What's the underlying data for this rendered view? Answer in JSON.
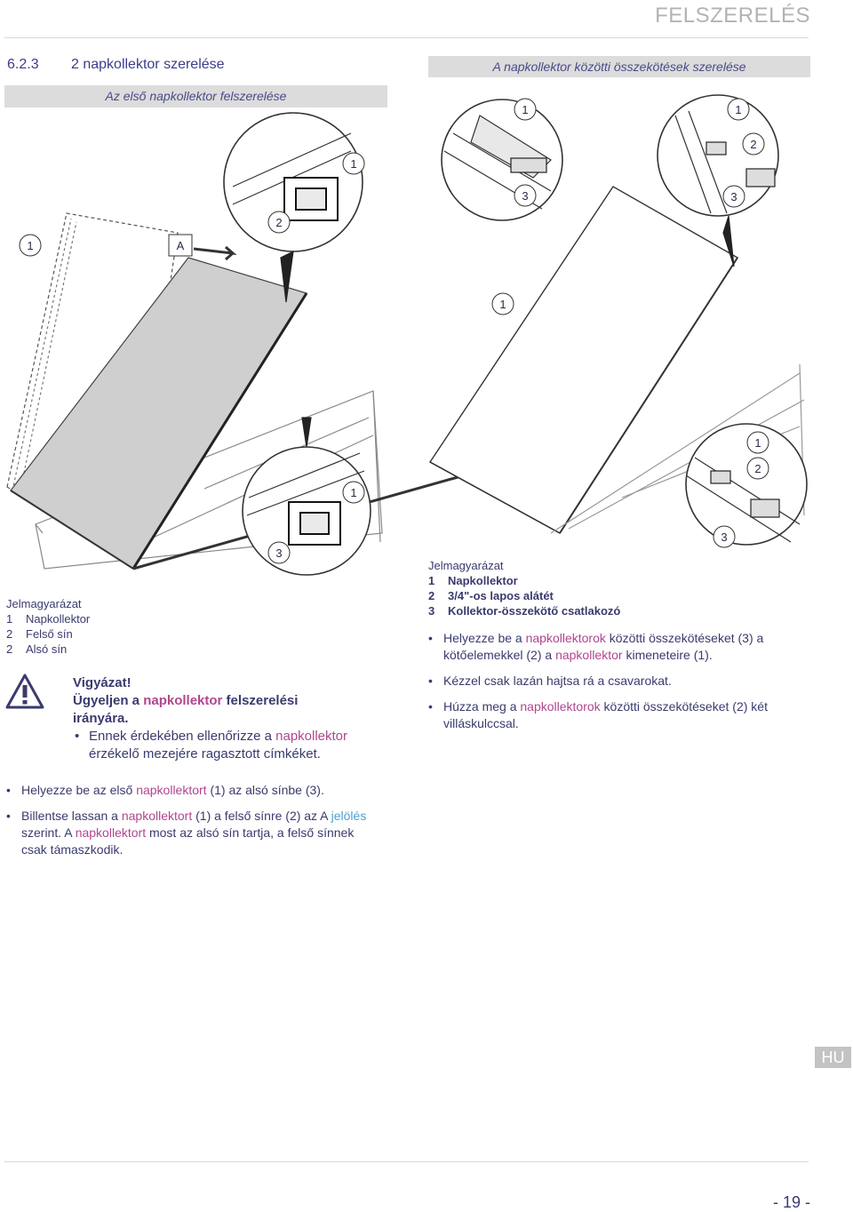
{
  "header": {
    "section_title": "FELSZERELÉS"
  },
  "section": {
    "number": "6.2.3",
    "title": "2 napkollektor szerelése"
  },
  "bars": {
    "left": "Az első napkollektor felszerelése",
    "right": "A napkollektor közötti összekötések szerelése"
  },
  "figure_left_callouts": {
    "c1a": "1",
    "c2": "2",
    "c1b": "1",
    "cA": "A",
    "c1c": "1",
    "c3": "3"
  },
  "figure_right_callouts": {
    "c1a": "1",
    "c3a": "3",
    "c1b": "1",
    "c2a": "2",
    "c3b": "3",
    "c1c": "1",
    "c1d": "1",
    "c2b": "2",
    "c3c": "3"
  },
  "legend_left": {
    "title": "Jelmagyarázat",
    "items": [
      {
        "num": "1",
        "label": "Napkollektor"
      },
      {
        "num": "2",
        "label": "Felső sín"
      },
      {
        "num": "2",
        "label": "Alsó sín"
      }
    ]
  },
  "legend_right": {
    "title": "Jelmagyarázat",
    "items": [
      {
        "num": "1",
        "label": "Napkollektor"
      },
      {
        "num": "2",
        "label": "3/4\"-os lapos alátét"
      },
      {
        "num": "3",
        "label": "Kollektor-összekötő csatlakozó"
      }
    ]
  },
  "warning": {
    "title": "Vigyázat!",
    "line1_a": "Ügyeljen a ",
    "line1_b": "napkollektor",
    "line1_c": " felszerelési",
    "line2": "irányára.",
    "bullet_a": "Ennek érdekében ellenőrizze a ",
    "bullet_b": "napkollektor",
    "bullet_c": "érzékelő mezejére ragasztott címkéket."
  },
  "steps_right": [
    {
      "a": "Helyezze be a ",
      "b": "napkollektorok",
      "c": " közötti összekötéseket (3) a kötőelemekkel (2) a ",
      "d": "napkollektor",
      "e": " kimeneteire (1)."
    },
    {
      "a": "Kézzel csak lazán hajtsa rá a csavarokat."
    },
    {
      "a": "Húzza meg a ",
      "b": "napkollektorok",
      "c": " közötti összekötéseket (2) két villáskulccsal."
    }
  ],
  "steps_left": [
    {
      "a": "Helyezze be az első ",
      "b": "napkollektort",
      "c": " (1) az alsó sínbe (3)."
    },
    {
      "a": "Billentse lassan a ",
      "b": "napkollektort",
      "c": " (1) a felső sínre (2) az A ",
      "d": "jelölés",
      "e": " szerint. A ",
      "f": "napkollektort",
      "g": " most az alsó sín tartja, a felső sínnek csak támaszkodik."
    }
  ],
  "footer": {
    "lang": "HU",
    "page": "- 19 -"
  },
  "colors": {
    "accent": "#b0468f",
    "link": "#4a9fd0",
    "text": "#3a3a6e",
    "bar": "#dcdcdc"
  }
}
